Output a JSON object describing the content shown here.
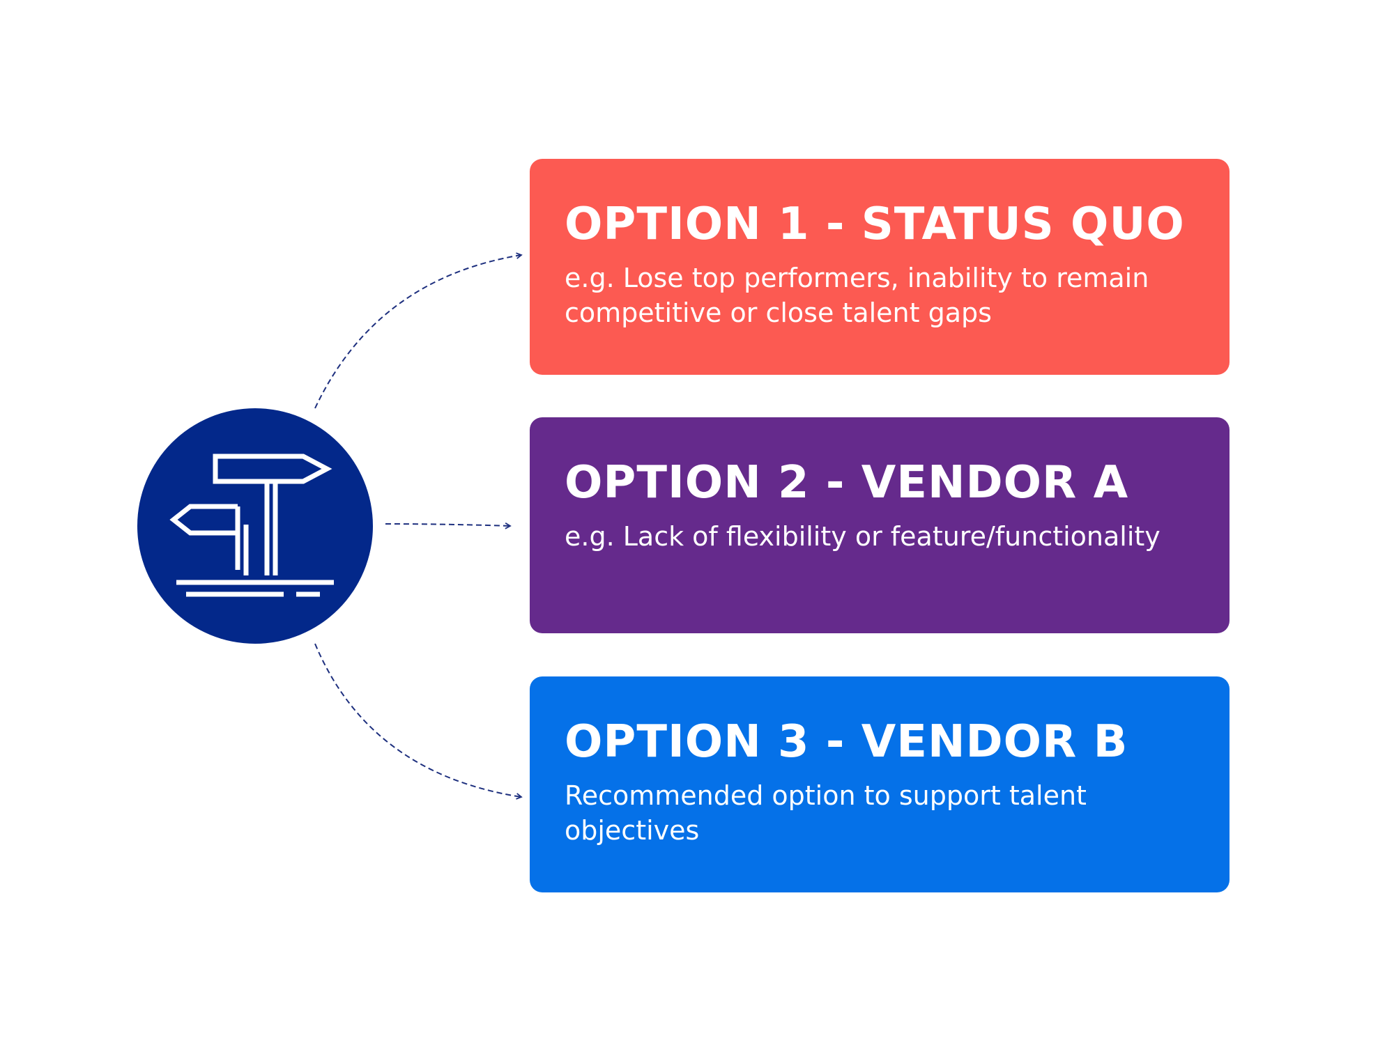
{
  "colors": {
    "hub": "#03288a",
    "connector": "#1d2f7e",
    "icon_stroke": "#ffffff",
    "option_1": "#fc5a52",
    "option_2": "#652a8c",
    "option_3": "#0571e8"
  },
  "hub": {
    "icon": "signpost-icon"
  },
  "options": [
    {
      "title": "OPTION 1 - STATUS QUO",
      "description": "e.g. Lose top performers, inability to remain\ncompetitive or close talent gaps",
      "color_key": "option_1"
    },
    {
      "title": "OPTION 2 - VENDOR A",
      "description": "e.g. Lack of flexibility or feature/functionality",
      "color_key": "option_2"
    },
    {
      "title": "OPTION 3 - VENDOR B",
      "description": "Recommended option to support talent\nobjectives",
      "color_key": "option_3"
    }
  ]
}
